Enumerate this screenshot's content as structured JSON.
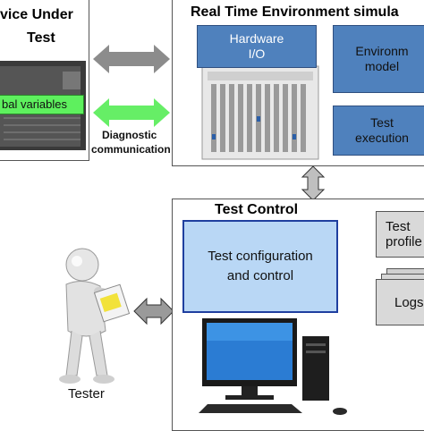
{
  "dut": {
    "title_line1": "vice Under",
    "title_line2": "Test",
    "green_label": "bal variables"
  },
  "rte": {
    "title": "Real Time Environment simula",
    "hardware_io_line1": "Hardware",
    "hardware_io_line2": "I/O",
    "env_model_line1": "Environm",
    "env_model_line2": "model",
    "test_exec_line1": "Test",
    "test_exec_line2": "execution"
  },
  "links": {
    "diagnostic_line1": "Diagnostic",
    "diagnostic_line2": "communication"
  },
  "test_control": {
    "title": "Test Control",
    "config_line1": "Test configuration",
    "config_line2": "and control",
    "profiles_line1": "Test",
    "profiles_line2": "profile",
    "logs": "Logs"
  },
  "tester": {
    "label": "Tester"
  },
  "colors": {
    "blue_box": "#4f81bd",
    "light_blue_box": "#b9d7f5",
    "green_bar": "#5ef05e",
    "gray_arrow": "#8c8c8c",
    "green_arrow": "#66ee66"
  }
}
